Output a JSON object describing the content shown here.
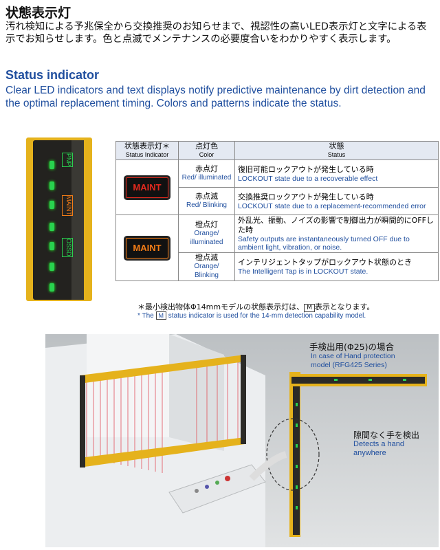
{
  "header": {
    "title_jp": "状態表示灯",
    "intro_jp": "汚れ検知による予兆保全から交換推奨のお知らせまで、視認性の高いLED表示灯と文字による表示でお知らせします。色と点滅でメンテナンスの必要度合いをわかりやすく表示します。",
    "title_en": "Status indicator",
    "intro_en": "Clear LED indicators and text displays notify predictive maintenance by dirt detection and the optimal replacement timing. Colors and patterns indicate the status."
  },
  "bar_labels": {
    "pnp": "PNP",
    "maint": "MAINT",
    "ossd": "OSSD"
  },
  "table": {
    "headers": [
      {
        "jp": "状態表示灯＊",
        "en": "Status Indicator"
      },
      {
        "jp": "点灯色",
        "en": "Color"
      },
      {
        "jp": "状態",
        "en": "Status"
      }
    ],
    "indicator_label": "MAINT",
    "rows": [
      {
        "color_jp": "赤点灯",
        "color_en": "Red/ illuminated",
        "status_jp": "復旧可能ロックアウトが発生している時",
        "status_en": "LOCKOUT state due to a recoverable effect"
      },
      {
        "color_jp": "赤点滅",
        "color_en": "Red/ Blinking",
        "status_jp": "交換推奨ロックアウトが発生している時",
        "status_en": "LOCKOUT state due to a replacement-recommended error"
      },
      {
        "color_jp": "橙点灯",
        "color_en": "Orange/ illuminated",
        "status_jp": "外乱光、振動、ノイズの影響で制御出力が瞬間的にOFFした時",
        "status_en": "Safety outputs are instantaneously turned OFF due to ambient light, vibration, or noise."
      },
      {
        "color_jp": "橙点滅",
        "color_en": "Orange/ Blinking",
        "status_jp": "インテリジェントタップがロックアウト状態のとき",
        "status_en": "The Intelligent Tap is in LOCKOUT state."
      }
    ]
  },
  "notes": {
    "jp_prefix": "＊最小検出物体Φ14mmモデルの状態表示灯は、",
    "jp_suffix": "表示となります。",
    "m_label": "M",
    "en_prefix": "* The",
    "en_suffix": "status indicator is used for the 14-mm detection capability model."
  },
  "hand": {
    "title_jp": "手検出用(Φ25)の場合",
    "title_en": "In case of Hand protection model (RFG425 Series)",
    "detect_jp": "隙間なく手を検出",
    "detect_en": "Detects a hand anywhere"
  },
  "colors": {
    "blue_text": "#1f4e9e",
    "red_indicator": "#e52a1e",
    "orange_indicator": "#f37c16",
    "bar_yellow": "#e5b21c",
    "led_green": "#29d24f"
  }
}
